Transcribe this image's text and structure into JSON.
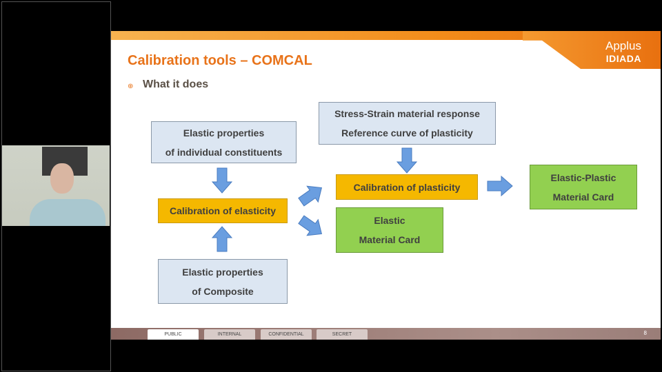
{
  "slide": {
    "title": "Calibration tools – COMCAL",
    "bullet": "What it does",
    "logo_line1": "Applus",
    "logo_line2": "IDIADA",
    "page_number": "8"
  },
  "diagram": {
    "elastic_individual": [
      "Elastic properties",
      "of individual constituents"
    ],
    "stress_strain": [
      "Stress-Strain material response",
      "Reference curve of plasticity"
    ],
    "calib_elasticity": "Calibration of elasticity",
    "calib_plasticity": "Calibration of plasticity",
    "elastic_plastic_card": [
      "Elastic-Plastic",
      "Material Card"
    ],
    "elastic_card": [
      "Elastic",
      "Material Card"
    ],
    "elastic_composite": [
      "Elastic properties",
      "of Composite"
    ]
  },
  "classification": [
    "PUBLIC",
    "INTERNAL",
    "CONFIDENTIAL",
    "SECRET"
  ],
  "colors": {
    "accent": "#e8731a",
    "box_blue": "#dce6f2",
    "box_orange": "#f5b800",
    "box_green": "#92d050",
    "arrow": "#6a9ee0"
  }
}
